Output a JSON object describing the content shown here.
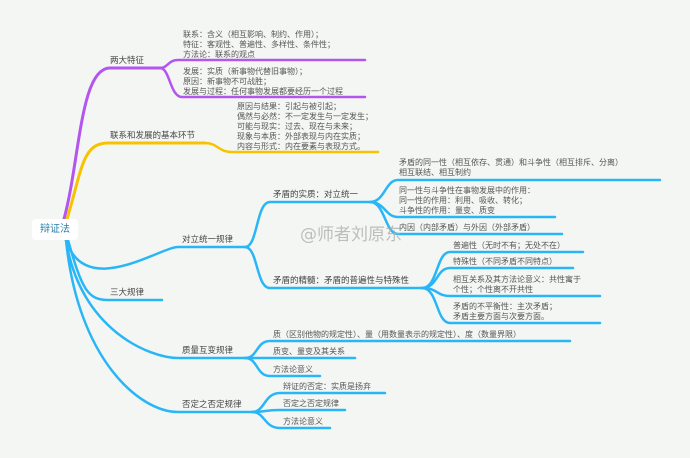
{
  "root": "辩证法",
  "colors": {
    "purple": "#b455f0",
    "yellow": "#f7c300",
    "blue": "#29b6f6"
  },
  "watermark": "@师者刘原东",
  "branches": {
    "two_features": {
      "label": "两大特征",
      "items": [
        [
          "联系：含义（相互影响、制约、作用）；",
          "特征：客观性、普遍性、多样性、条件性；",
          "方法论：联系的观点"
        ],
        [
          "发展：实质（新事物代替旧事物）；",
          "原因：新事物不可战胜；",
          "发展与过程：任何事物发展都要经历一个过程"
        ]
      ]
    },
    "basic_links": {
      "label": "联系和发展的基本环节",
      "items": [
        "原因与结果：引起与被引起；",
        "偶然与必然：不一定发生与一定发生；",
        "可能与现实：过去、现在与未来；",
        "现象与本质：外部表现与内在实质；",
        "内容与形式：内在要素与表现方式。"
      ]
    },
    "three_laws": {
      "label": "三大规律",
      "unity": {
        "label": "对立统一规律",
        "essence": {
          "label": "矛盾的实质：对立统一",
          "items": [
            [
              "矛盾的同一性（相互依存、贯通）和斗争性（相互排斥、分离）",
              "相互联结、相互制约"
            ],
            [
              "同一性与斗争性在事物发展中的作用：",
              "同一性的作用：利用、吸收、转化；",
              "斗争性的作用：量变、质变"
            ],
            [
              "内因（内部矛盾）与外因（外部矛盾）"
            ]
          ]
        },
        "core": {
          "label": "矛盾的精髓：矛盾的普遍性与特殊性",
          "items": [
            [
              "普遍性（无时不有；无处不在）"
            ],
            [
              "特殊性（不同矛盾不同特点）"
            ],
            [
              "相互关系及其方法论意义：共性寓于",
              "个性；个性离不开共性"
            ],
            [
              "矛盾的不平衡性：主次矛盾；",
              "矛盾主要方面与次要方面。"
            ]
          ]
        }
      },
      "quality": {
        "label": "质量互变规律",
        "items": [
          "质（区别他物的规定性）、量（用数量表示的规定性）、度（数量界限）",
          "质变、量变及其关系",
          "方法论意义"
        ]
      },
      "negation": {
        "label": "否定之否定规律",
        "items": [
          "辩证的否定：实质是扬弃",
          "否定之否定规律",
          "方法论意义"
        ]
      }
    }
  }
}
